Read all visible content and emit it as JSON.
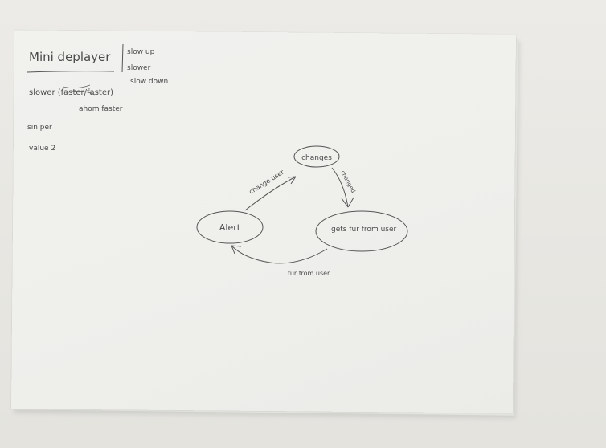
{
  "sketch": {
    "title": "Mini deplayer",
    "menu_items": [
      "slow up",
      "slower",
      "slow down"
    ],
    "notes": [
      "slower (faster/faster)",
      "ahom faster",
      "sin per",
      "value 2"
    ],
    "nodes": {
      "top": "changes",
      "right": "gets fur from user",
      "left": "Alert"
    },
    "edges": {
      "left_to_top": "change user",
      "top_to_right": "changed",
      "right_to_left": "fur from user"
    },
    "ink_color": "#4a4a4a"
  }
}
